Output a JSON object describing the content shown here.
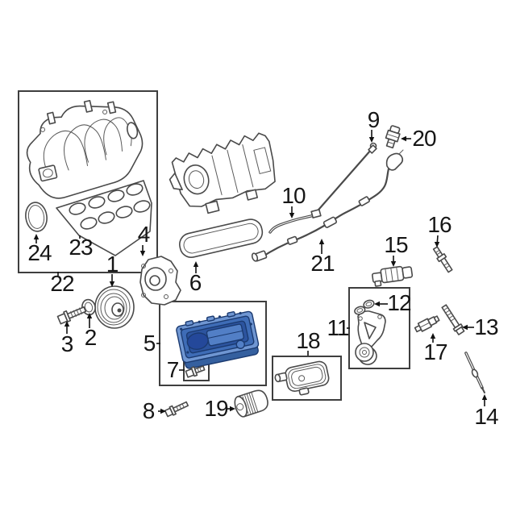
{
  "diagram": {
    "background": "#ffffff",
    "line_color": "#4a4a4a",
    "label_color": "#161616",
    "highlight": {
      "body": "#3e6cb6",
      "rim": "#6f96d2",
      "recess": "#2c549f",
      "deep": "#24489a",
      "platform": "#527fc6",
      "depth": "#35609f",
      "outline": "#1b3a70"
    },
    "callouts": {
      "c1": "1",
      "c2": "2",
      "c3": "3",
      "c4": "4",
      "c5": "5",
      "c6": "6",
      "c7": "7",
      "c8": "8",
      "c9": "9",
      "c10": "10",
      "c11": "11",
      "c12": "12",
      "c13": "13",
      "c14": "14",
      "c15": "15",
      "c16": "16",
      "c17": "17",
      "c18": "18",
      "c19": "19",
      "c20": "20",
      "c21": "21",
      "c22": "22",
      "c23": "23",
      "c24": "24"
    }
  }
}
